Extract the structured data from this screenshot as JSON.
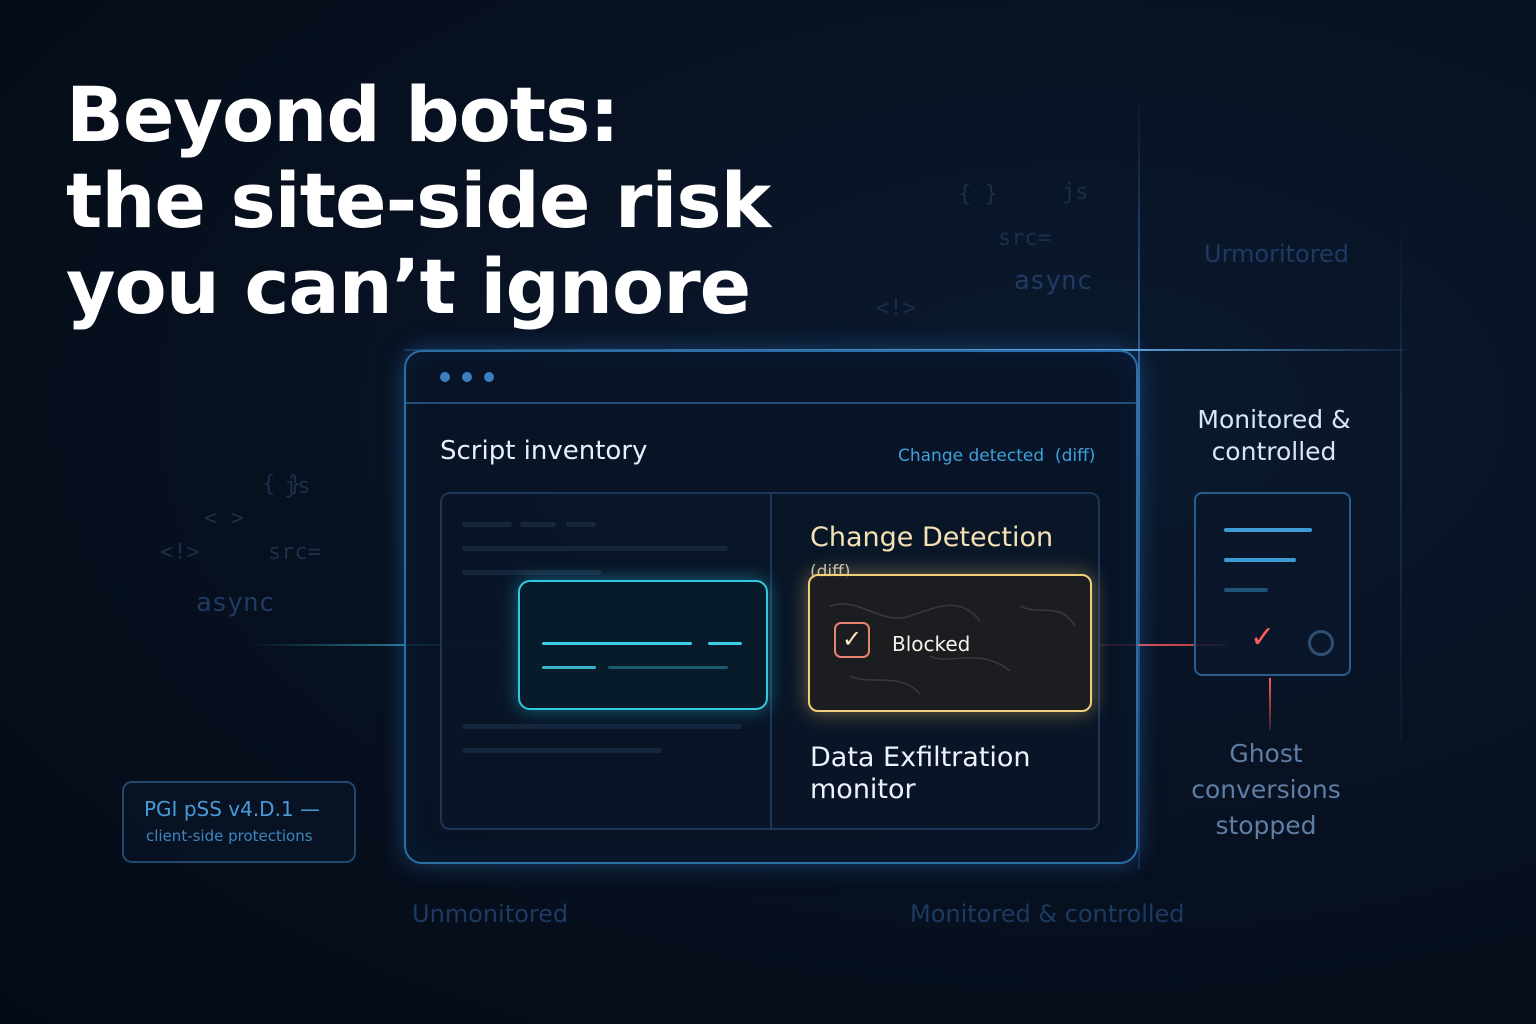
{
  "headline": {
    "line1": "Beyond bots:",
    "line2": "the site-side risk",
    "line3": "you can’t ignore"
  },
  "background_code": {
    "top": [
      "{ }",
      "js",
      "src=",
      "async",
      "<!>"
    ],
    "left": [
      "{ }",
      "js",
      "< >",
      "<!>",
      "src=",
      "async"
    ]
  },
  "ghost_labels": {
    "top_right": "Urmoritored",
    "bottom_left": "Unmonitored",
    "bottom_right": "Monitored & controlled"
  },
  "window": {
    "title": "Script inventory",
    "diff_link": "Change detected  (diff)",
    "change_detection": "Change Detection",
    "change_detection_suffix": "(diff)",
    "blocked": "Blocked",
    "exfil_line1": "Data Exfiltration",
    "exfil_line2": "monitor"
  },
  "right_panel": {
    "title_line1": "Monitored &",
    "title_line2": "controlled",
    "ghost_line1": "Ghost",
    "ghost_line2": "conversions",
    "ghost_line3": "stopped"
  },
  "badge": {
    "title": "PGI pSS v4.D.1 —",
    "subtitle": "client-side protections"
  },
  "icons": [
    "window-dot-icon",
    "checkbox-check-icon",
    "red-check-icon",
    "circle-icon"
  ],
  "colors": {
    "background": "#07101f",
    "accent_blue": "#3fa0dc",
    "accent_cyan": "#33c8e0",
    "accent_gold": "#f2cf7a",
    "accent_red": "#ff5a5a"
  }
}
